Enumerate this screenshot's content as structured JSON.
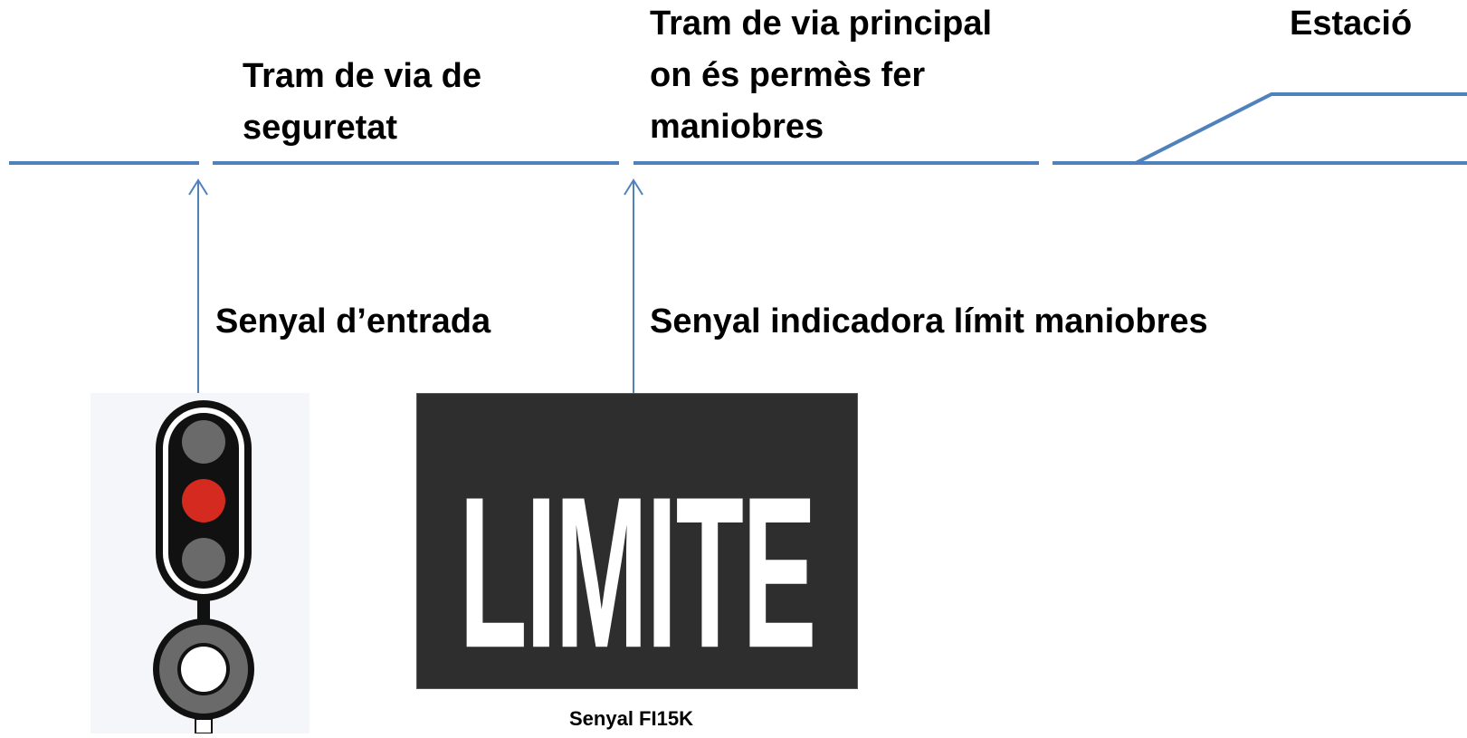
{
  "labels": {
    "tram_seguretat": [
      "Tram de via de",
      "seguretat"
    ],
    "tram_maniobres": [
      "Tram de via principal",
      "on és permès fer",
      "maniobres"
    ],
    "estacio": "Estació",
    "senyal_entrada": "Senyal d’entrada",
    "senyal_limit": "Senyal indicadora límit maniobres",
    "caption_fi15k": "Senyal FI15K"
  },
  "limite_board": {
    "text": "LIMITE",
    "background": "#2e2e2e",
    "text_color": "#ffffff"
  },
  "signal": {
    "lamps": [
      "off",
      "red",
      "off"
    ],
    "colors": {
      "lamp_off": "#6a6a6a",
      "lamp_red": "#d42a20",
      "body": "#111111"
    }
  },
  "colors": {
    "track": "#4f81bd",
    "arrow": "#4f81bd"
  }
}
